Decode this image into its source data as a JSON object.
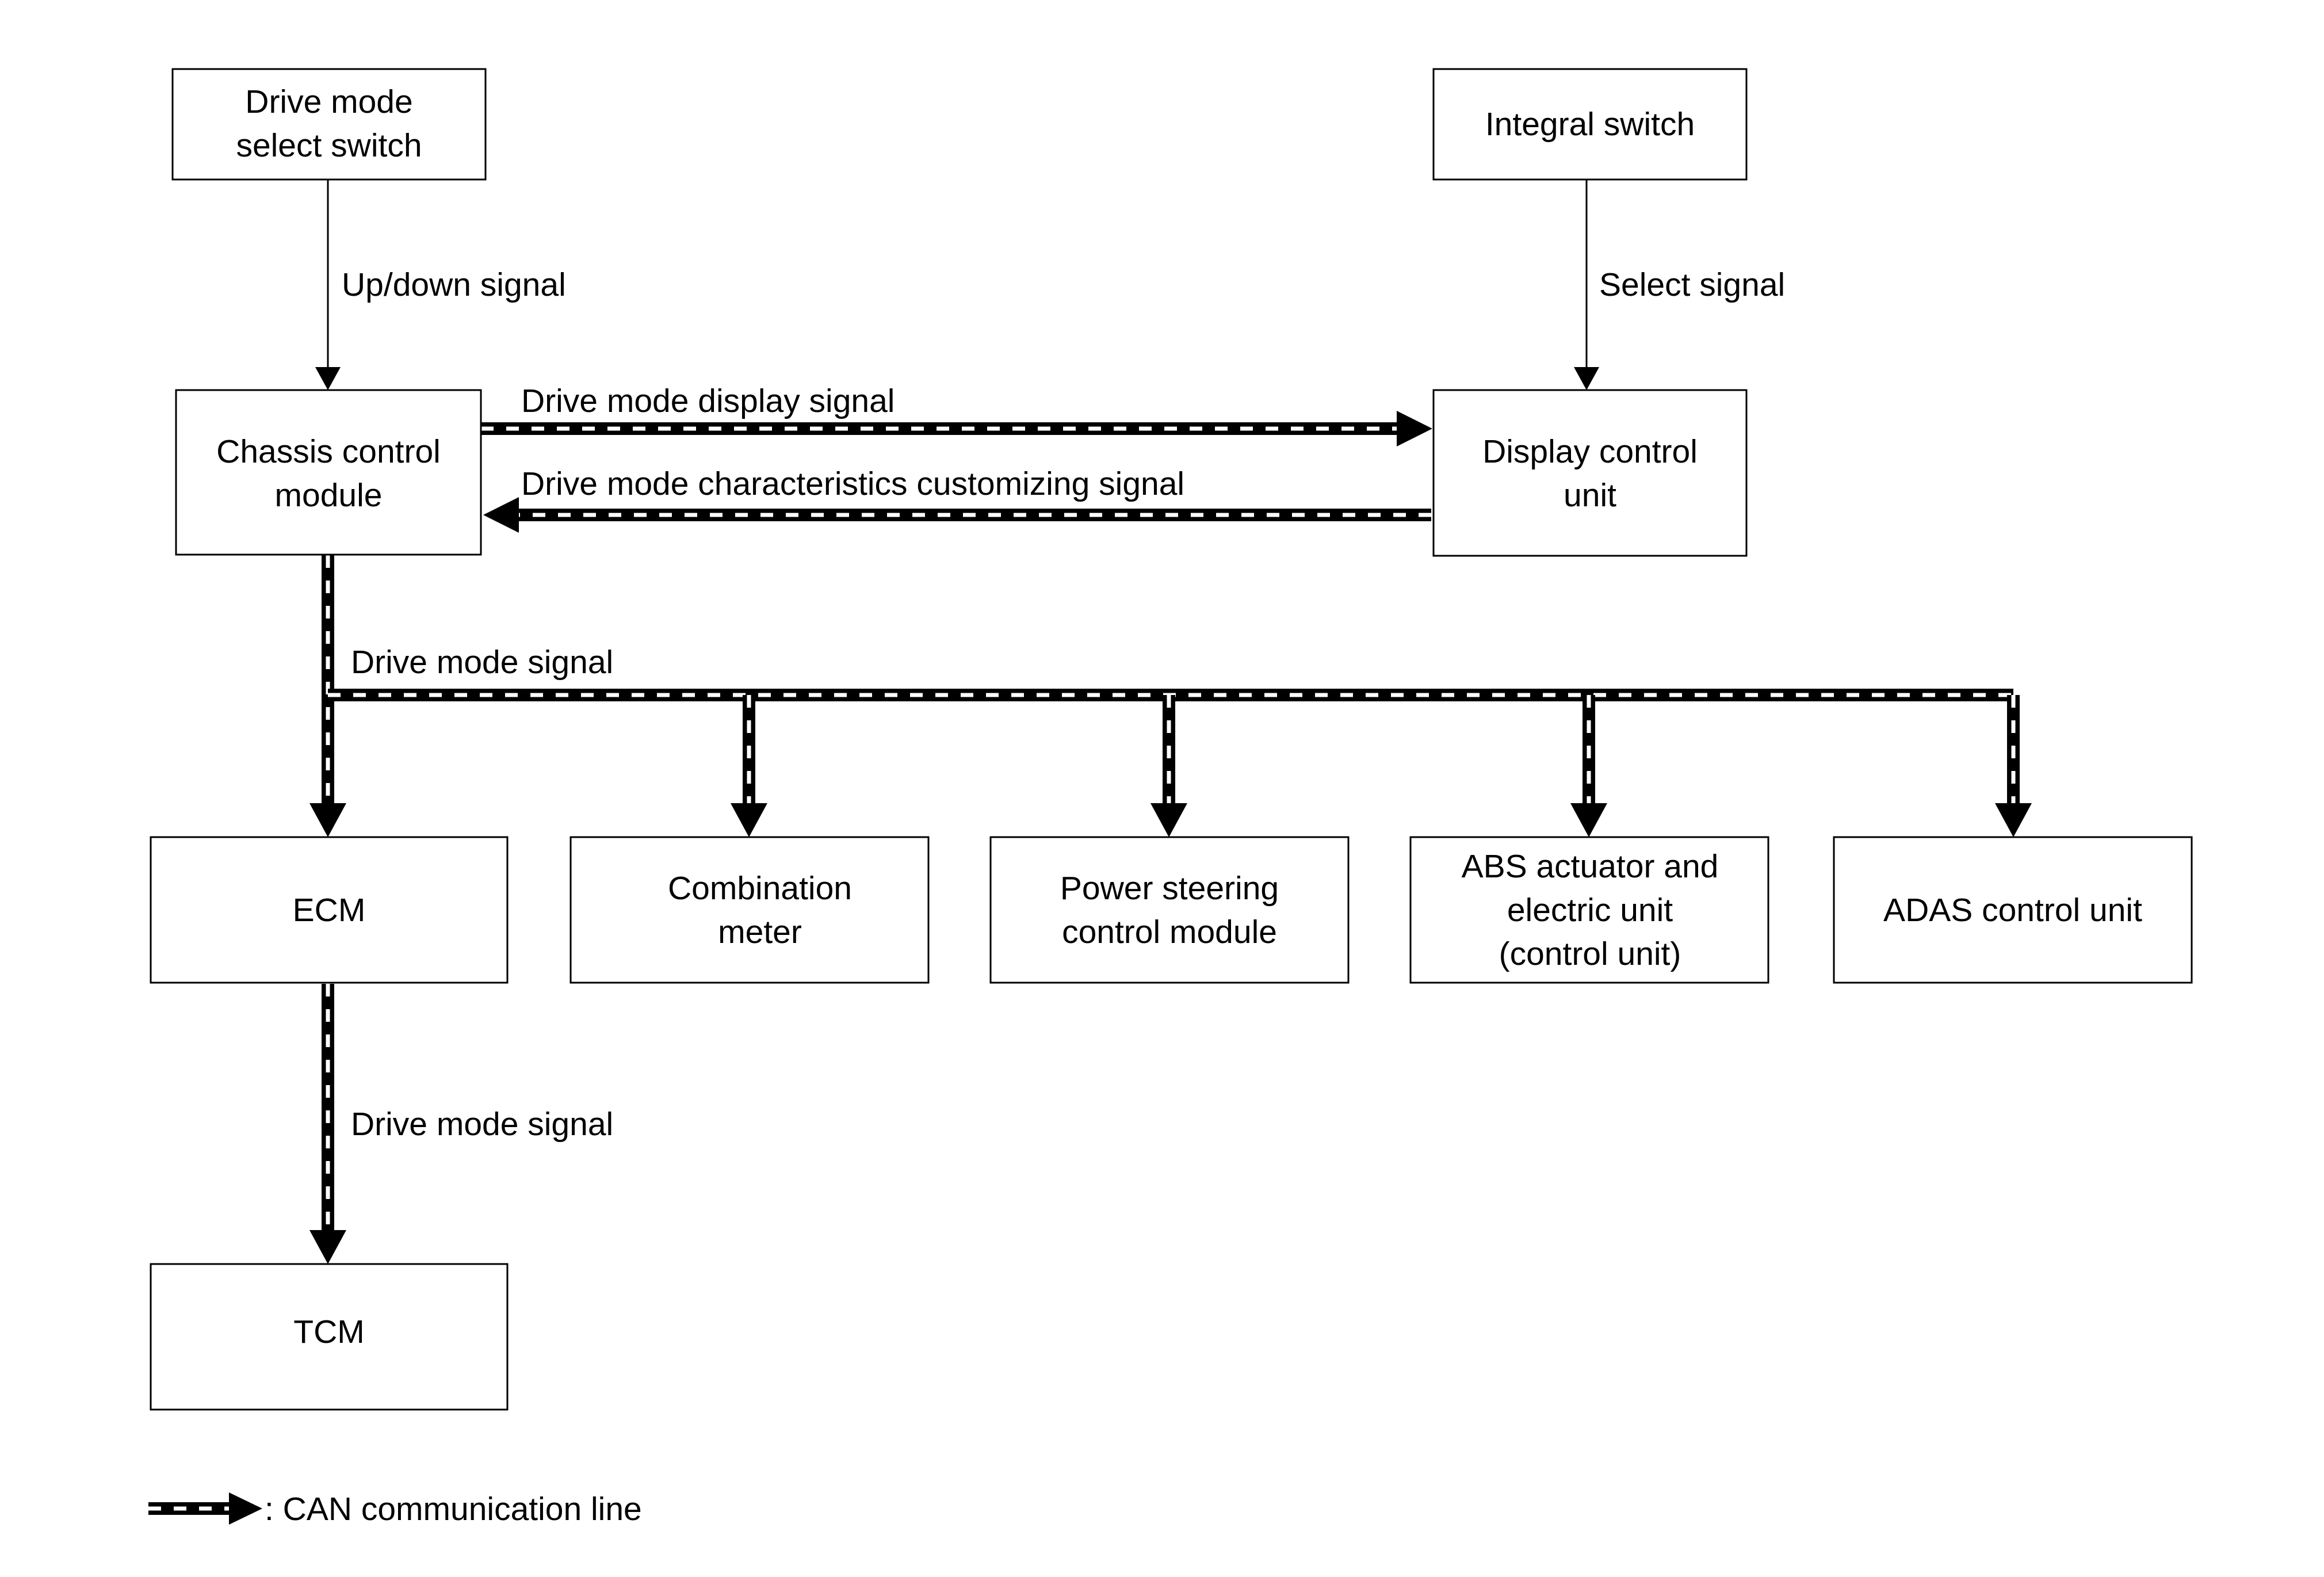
{
  "boxes": {
    "drive_mode_select_switch": [
      "Drive mode",
      "select switch"
    ],
    "integral_switch": [
      "Integral switch"
    ],
    "chassis_control_module": [
      "Chassis control",
      "module"
    ],
    "display_control_unit": [
      "Display control",
      "unit"
    ],
    "ecm": [
      "ECM"
    ],
    "combination_meter": [
      "Combination",
      "meter"
    ],
    "power_steering_control_module": [
      "Power steering",
      "control module"
    ],
    "abs_actuator": [
      "ABS actuator and",
      "electric unit",
      "(control unit)"
    ],
    "adas_control_unit": [
      "ADAS control unit"
    ],
    "tcm": [
      "TCM"
    ]
  },
  "signals": {
    "up_down": "Up/down signal",
    "select": "Select signal",
    "drive_mode_display": "Drive mode display signal",
    "drive_mode_customizing": "Drive mode characteristics customizing signal",
    "drive_mode_1": "Drive mode signal",
    "drive_mode_2": "Drive mode signal"
  },
  "legend": {
    "label": ": CAN communication line"
  }
}
